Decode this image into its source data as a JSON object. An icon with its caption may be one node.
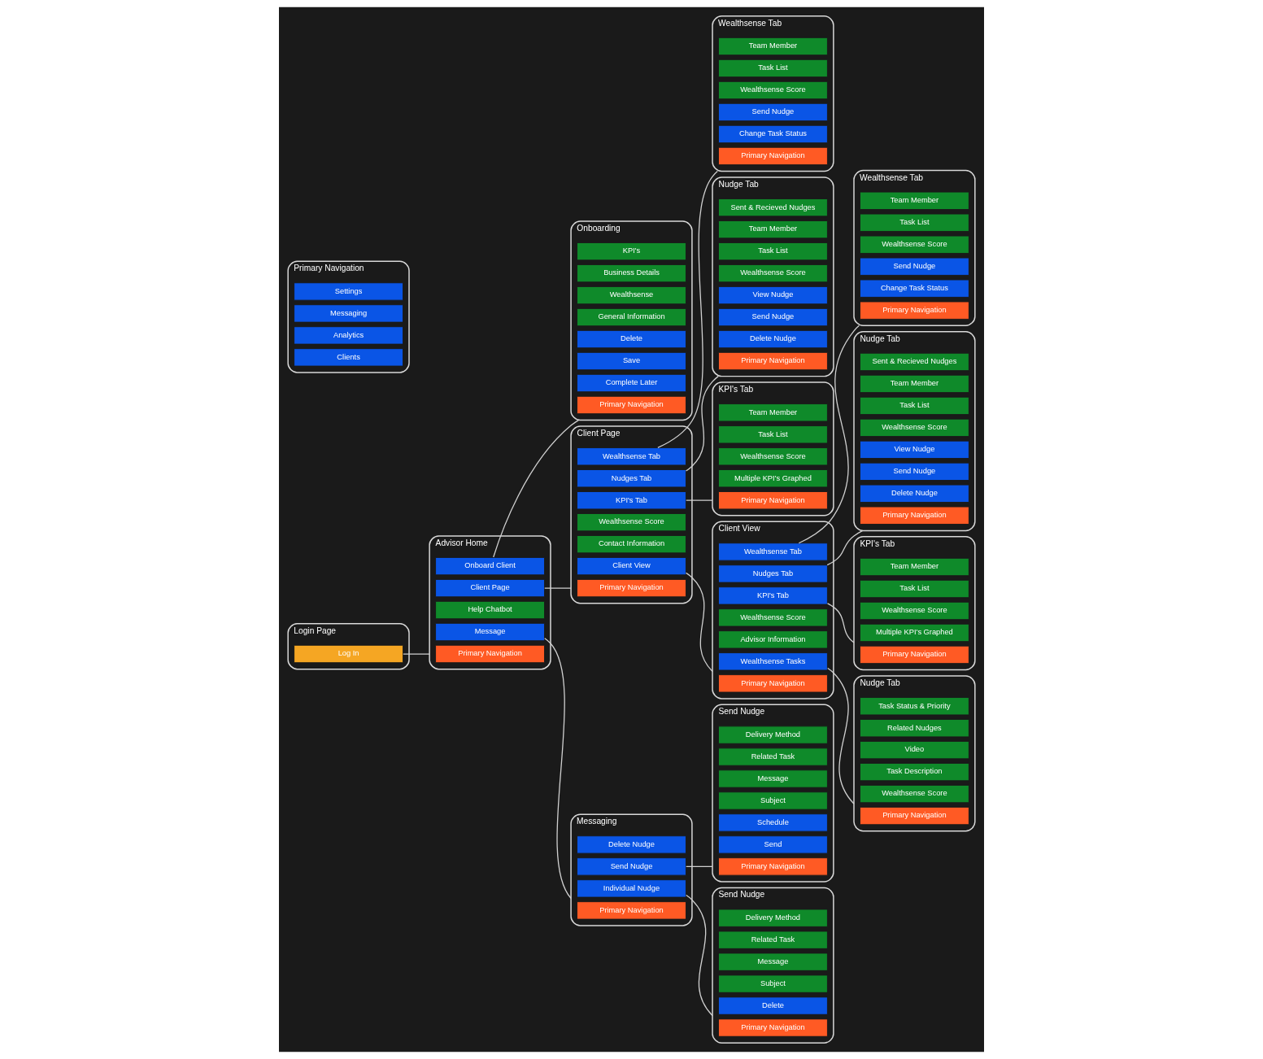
{
  "diagram": {
    "nodes": [
      {
        "text": [
          "Login Page"
        ]
      },
      {
        "text": [
          "Log In"
        ],
        "in": 0
      },
      {
        "text": [
          "Primary Navigation"
        ]
      },
      {
        "text": [
          "Clients"
        ],
        "in": 2
      },
      {
        "text": [
          "Analytics"
        ],
        "in": 2
      },
      {
        "text": [
          "Messaging"
        ],
        "in": 2
      },
      {
        "text": [
          "Settings"
        ],
        "in": 2
      },
      {
        "text": [
          "Advisor Home"
        ]
      },
      {
        "text": [
          "Primary Navigation"
        ],
        "in": 7
      },
      {
        "text": [
          "Onboard Client"
        ],
        "in": 7
      },
      {
        "text": [
          "Client Page"
        ],
        "in": 7
      },
      {
        "text": [
          "Message"
        ],
        "in": 7
      },
      {
        "text": [
          "Help Chatbot"
        ],
        "in": 7
      },
      {
        "text": [
          "Client Page"
        ]
      },
      {
        "text": [
          "Primary Navigation"
        ],
        "in": 13
      },
      {
        "text": [
          "Wealthsense Tab"
        ],
        "in": 13
      },
      {
        "text": [
          "Nudges Tab"
        ],
        "in": 13
      },
      {
        "text": [
          "KPI's Tab"
        ],
        "in": 13
      },
      {
        "text": [
          "Client View"
        ],
        "in": 13
      },
      {
        "text": [
          "Contact Information"
        ],
        "in": 13
      },
      {
        "text": [
          "Wealthsense Score"
        ],
        "in": 13
      },
      {
        "text": [
          "Wealthsense Tab"
        ]
      },
      {
        "text": [
          "Primary Navigation"
        ],
        "in": 21
      },
      {
        "text": [
          "Change Task Status"
        ],
        "in": 21
      },
      {
        "text": [
          "Send Nudge"
        ],
        "in": 21
      },
      {
        "text": [
          "Wealthsense Score"
        ],
        "in": 21
      },
      {
        "text": [
          "Task List"
        ],
        "in": 21
      },
      {
        "text": [
          "Team Member"
        ],
        "in": 21
      },
      {
        "text": [
          "KPI's Tab"
        ]
      },
      {
        "text": [
          "Primary Navigation"
        ],
        "in": 28
      },
      {
        "text": [
          "Multiple KPI's Graphed"
        ],
        "in": 28
      },
      {
        "text": [
          "Wealthsense Score"
        ],
        "in": 28
      },
      {
        "text": [
          "Task List"
        ],
        "in": 28
      },
      {
        "text": [
          "Team Member"
        ],
        "in": 28
      },
      {
        "text": [
          "Nudge Tab"
        ]
      },
      {
        "text": [
          "Primary Navigation"
        ],
        "in": 34
      },
      {
        "text": [
          "Delete Nudge"
        ],
        "in": 34
      },
      {
        "text": [
          "Send Nudge"
        ],
        "in": 34
      },
      {
        "text": [
          "View Nudge"
        ],
        "in": 34
      },
      {
        "text": [
          "Wealthsense Score"
        ],
        "in": 34
      },
      {
        "text": [
          "Task List"
        ],
        "in": 34
      },
      {
        "text": [
          "Team Member"
        ],
        "in": 34
      },
      {
        "text": [
          "Sent & Recieved Nudges"
        ],
        "in": 34
      },
      {
        "text": [
          "Onboarding"
        ]
      },
      {
        "text": [
          "Primary Navigation"
        ],
        "in": 43
      },
      {
        "text": [
          "Complete Later"
        ],
        "in": 43
      },
      {
        "text": [
          "Save"
        ],
        "in": 43
      },
      {
        "text": [
          "Delete"
        ],
        "in": 43
      },
      {
        "text": [
          "General Information"
        ],
        "in": 43
      },
      {
        "text": [
          "Wealthsense"
        ],
        "in": 43
      },
      {
        "text": [
          "Business Details"
        ],
        "in": 43
      },
      {
        "text": [
          "KPI's"
        ],
        "in": 43
      },
      {
        "text": [
          "Client View"
        ]
      },
      {
        "text": [
          "Primary Navigation"
        ],
        "in": 52
      },
      {
        "text": [
          "Wealthsense Tab"
        ],
        "in": 52
      },
      {
        "text": [
          "Nudges Tab"
        ],
        "in": 52
      },
      {
        "text": [
          "KPI's Tab"
        ],
        "in": 52
      },
      {
        "text": [
          "Wealthsense Tasks"
        ],
        "in": 52
      },
      {
        "text": [
          "Advisor Information"
        ],
        "in": 52
      },
      {
        "text": [
          "Wealthsense Score"
        ],
        "in": 52
      },
      {
        "text": [
          "Wealthsense Tab"
        ]
      },
      {
        "text": [
          "Primary Navigation"
        ],
        "in": 60
      },
      {
        "text": [
          "Change Task Status"
        ],
        "in": 60
      },
      {
        "text": [
          "Send Nudge"
        ],
        "in": 60
      },
      {
        "text": [
          "Wealthsense Score"
        ],
        "in": 60
      },
      {
        "text": [
          "Task List"
        ],
        "in": 60
      },
      {
        "text": [
          "Team Member"
        ],
        "in": 60
      },
      {
        "text": [
          "KPI's Tab"
        ]
      },
      {
        "text": [
          "Primary Navigation"
        ],
        "in": 67
      },
      {
        "text": [
          "Multiple KPI's Graphed"
        ],
        "in": 67
      },
      {
        "text": [
          "Wealthsense Score"
        ],
        "in": 67
      },
      {
        "text": [
          "Task List"
        ],
        "in": 67
      },
      {
        "text": [
          "Team Member"
        ],
        "in": 67
      },
      {
        "text": [
          "Nudge Tab"
        ]
      },
      {
        "text": [
          "Primary Navigation"
        ],
        "in": 73
      },
      {
        "text": [
          "Delete Nudge"
        ],
        "in": 73
      },
      {
        "text": [
          "Send Nudge"
        ],
        "in": 73
      },
      {
        "text": [
          "View Nudge"
        ],
        "in": 73
      },
      {
        "text": [
          "Wealthsense Score"
        ],
        "in": 73
      },
      {
        "text": [
          "Task List"
        ],
        "in": 73
      },
      {
        "text": [
          "Team Member"
        ],
        "in": 73
      },
      {
        "text": [
          "Sent & Recieved Nudges"
        ],
        "in": 73
      },
      {
        "text": [
          "Nudge Tab"
        ]
      },
      {
        "text": [
          "Primary Navigation"
        ],
        "in": 82
      },
      {
        "text": [
          "Wealthsense Score"
        ],
        "in": 82
      },
      {
        "text": [
          "Task Description"
        ],
        "in": 82
      },
      {
        "text": [
          "Video"
        ],
        "in": 82
      },
      {
        "text": [
          "Related Nudges"
        ],
        "in": 82
      },
      {
        "text": [
          "Task Status & Priority"
        ],
        "in": 82
      },
      {
        "text": [
          "Messaging"
        ]
      },
      {
        "text": [
          "Primary Navigation"
        ],
        "in": 89
      },
      {
        "text": [
          "Send Nudge"
        ],
        "in": 89
      },
      {
        "text": [
          "Delete Nudge"
        ],
        "in": 89
      },
      {
        "text": [
          "Individual Nudge"
        ],
        "in": 89
      },
      {
        "text": [
          "Send Nudge"
        ]
      },
      {
        "text": [
          "Primary Navigation"
        ],
        "in": 94
      },
      {
        "text": [
          "Send"
        ],
        "in": 94
      },
      {
        "text": [
          "Schedule"
        ],
        "in": 94
      },
      {
        "text": [
          "Subject"
        ],
        "in": 94
      },
      {
        "text": [
          "Message"
        ],
        "in": 94
      },
      {
        "text": [
          "Related Task"
        ],
        "in": 94
      },
      {
        "text": [
          "Delivery Method"
        ],
        "in": 94
      },
      {
        "text": [
          "Send Nudge"
        ]
      },
      {
        "text": [
          "Primary Navigation"
        ],
        "in": 102
      },
      {
        "text": [
          "Delete"
        ],
        "in": 102
      },
      {
        "text": [
          "Subject"
        ],
        "in": 102
      },
      {
        "text": [
          "Message"
        ],
        "in": 102
      },
      {
        "text": [
          "Related Task"
        ],
        "in": 102
      },
      {
        "text": [
          "Delivery Method"
        ],
        "in": 102
      }
    ],
    "edges": [
      {
        "from": 1,
        "to": 7,
        "arrow": "none"
      },
      {
        "from": 9,
        "to": 43,
        "arrow": "none"
      },
      {
        "from": 10,
        "to": 13,
        "arrow": "none"
      },
      {
        "from": 11,
        "to": 89,
        "arrow": "none"
      },
      {
        "from": 15,
        "to": 21,
        "arrow": "none"
      },
      {
        "from": 16,
        "to": 34,
        "arrow": "none"
      },
      {
        "from": 17,
        "to": 28,
        "arrow": "none"
      },
      {
        "from": 18,
        "to": 52,
        "arrow": "none"
      },
      {
        "from": 54,
        "to": 60,
        "arrow": "none"
      },
      {
        "from": 55,
        "to": 73,
        "arrow": "none"
      },
      {
        "from": 56,
        "to": 67,
        "arrow": "none"
      },
      {
        "from": 57,
        "to": 82,
        "arrow": "none"
      },
      {
        "from": 91,
        "to": 94,
        "arrow": "none"
      },
      {
        "from": 93,
        "to": 102,
        "arrow": "none"
      }
    ]
  }
}
